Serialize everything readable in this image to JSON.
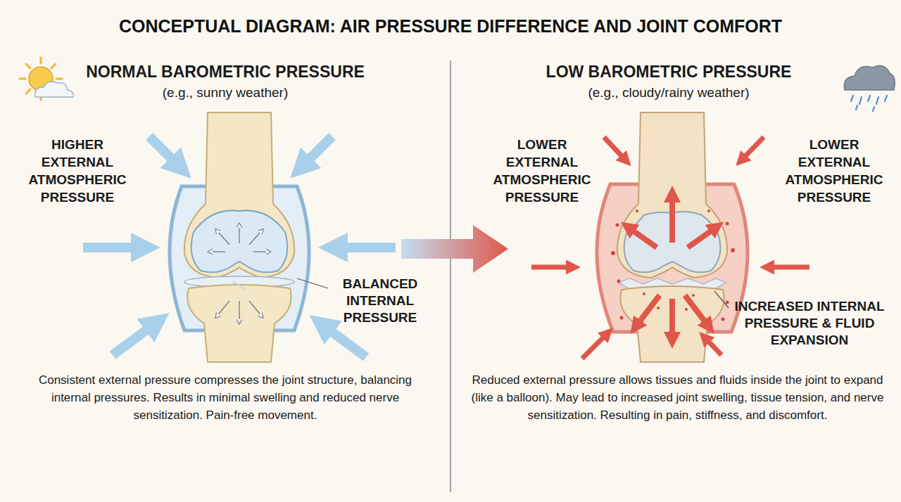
{
  "diagram": {
    "title": "CONCEPTUAL DIAGRAM: AIR PRESSURE DIFFERENCE AND JOINT COMFORT",
    "labels": [
      "NORMAL BAROMETRIC PRESSURE",
      "(e.g., sunny weather)",
      "HIGHER EXTERNAL ATMOSPHERIC PRESSURE",
      "BALANCED INTERNAL PRESSURE",
      "Consistent external pressure compresses the joint structure, balancing internal pressures. Results in minimal swelling and reduced nerve sensitization. Pain-free movement.",
      "LOW BAROMETRIC PRESSURE",
      "(e.g., cloudy/rainy weather)",
      "LOWER EXTERNAL ATMOSPHERIC PRESSURE",
      "LOWER EXTERNAL ATMOSPHERIC PRESSURE",
      "INCREASED INTERNAL PRESSURE & FLUID EXPANSION",
      "Reduced external pressure allows tissues and fluids inside the joint to expand (like a balloon). May lead to increased joint swelling, tissue tension, and nerve sensitization. Resulting in pain, stiffness, and discomfort."
    ]
  }
}
